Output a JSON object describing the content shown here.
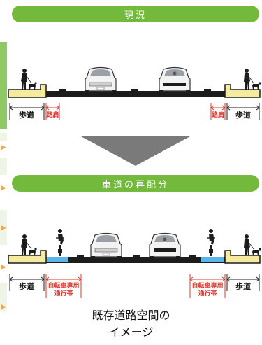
{
  "current": {
    "title": "現況",
    "sidewalk_label": "歩道",
    "shoulder_label": "路肩"
  },
  "reallocation": {
    "title": "車道の再配分",
    "sidewalk_label": "歩道",
    "bike_lane_label_line1": "自転車専用",
    "bike_lane_label_line2": "通行帯"
  },
  "caption": {
    "line1": "既存道路空間の",
    "line2": "イメージ"
  },
  "colors": {
    "banner_green": "#73b93b",
    "sidewalk_yellow": "#f4eaa0",
    "road_black": "#1c1c1c",
    "bike_lane_blue": "#5ab6e8",
    "shoulder_red": "#e0332b",
    "arrow_gray": "#7a7a7a",
    "strip_green": "#8ec966",
    "strip_arrow_orange": "#f5a54a"
  },
  "icons": [
    "pedestrian-with-dog-icon",
    "car-front-icon",
    "cyclist-icon",
    "down-arrow-icon"
  ]
}
